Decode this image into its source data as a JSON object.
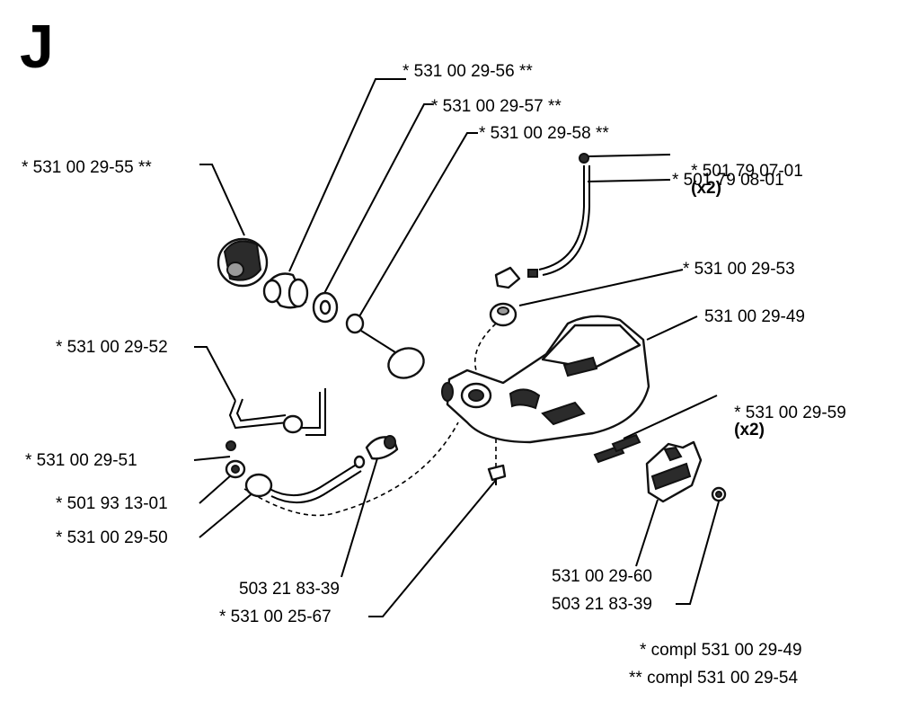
{
  "section_letter": "J",
  "labels": {
    "p56": "* 531 00 29-56 **",
    "p57": "* 531 00 29-57 **",
    "p58": "* 531 00 29-58 **",
    "p55": "* 531 00 29-55 **",
    "p0701": "* 501 79 07-01",
    "p0801": "* 501 79 08-01",
    "p53": "* 531 00 29-53",
    "p49": "531 00 29-49",
    "p52": "* 531 00 29-52",
    "p59": "* 531 00 29-59",
    "p51": "* 531 00 29-51",
    "p1301": "* 501 93 13-01",
    "p50": "* 531 00 29-50",
    "p8339a": "503 21 83-39",
    "p2567": "* 531 00 25-67",
    "p60": "531 00 29-60",
    "p8339b": "503 21 83-39"
  },
  "qty": {
    "p0701": "(x2)",
    "p59": "(x2)"
  },
  "legend": {
    "single": "* compl 531 00 29-49",
    "double": "** compl 531 00 29-54"
  }
}
